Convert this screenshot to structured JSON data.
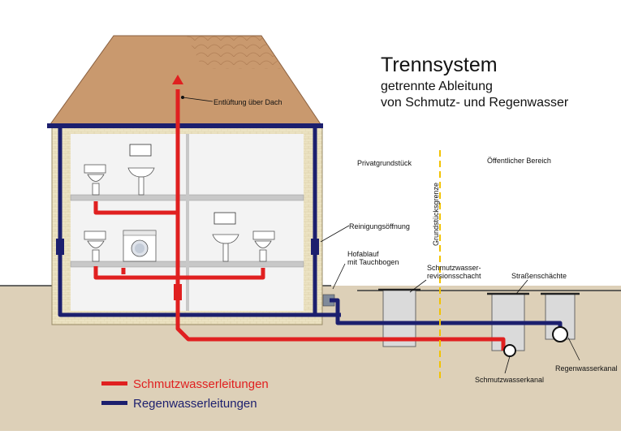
{
  "title": {
    "main": "Trennsystem",
    "line1": "getrennte Ableitung",
    "line2": "von Schmutz- und Regenwasser"
  },
  "labels": {
    "roof_vent": "Entlüftung über Dach",
    "private_property": "Privatgrundstück",
    "public_area": "Öffentlicher Bereich",
    "property_boundary": "Grundstücksgrenze",
    "cleanout": "Reinigungsöffnung",
    "yard_drain_line1": "Hofablauf",
    "yard_drain_line2": "mit Tauchbogen",
    "inspection_shaft_line1": "Schmutzwasser-",
    "inspection_shaft_line2": "revisionsschacht",
    "street_shafts": "Straßenschächte",
    "storm_sewer": "Regenwasserkanal",
    "sewage_sewer": "Schmutzwasserkanal"
  },
  "legend": [
    {
      "label": "Schmutzwasserleitungen",
      "color": "#e02020"
    },
    {
      "label": "Regenwasserleitungen",
      "color": "#1c1f6e"
    }
  ],
  "colors": {
    "sewage_pipe": "#e02020",
    "rain_pipe": "#1c1f6e",
    "roof": "#c9996e",
    "ground": "#ddd0b8",
    "wall": "#ece3c3",
    "interior": "#f3f3f3",
    "floor": "#c8c8c8",
    "boundary": "#f2c200"
  }
}
